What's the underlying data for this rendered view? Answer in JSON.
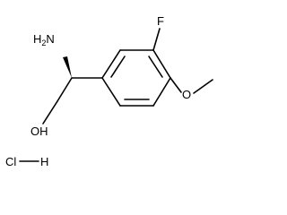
{
  "molecule": {
    "atoms": {
      "amine": {
        "symbol": "H",
        "subscript": "2",
        "symbol2": "N"
      },
      "fluorine": {
        "symbol": "F"
      },
      "ether_oxygen": {
        "symbol": "O"
      },
      "hydroxyl": {
        "symbol": "OH"
      },
      "salt": {
        "chlorine": "Cl",
        "hydrogen": "H"
      }
    },
    "bond_color": "#000000",
    "text_color": "#000000"
  }
}
